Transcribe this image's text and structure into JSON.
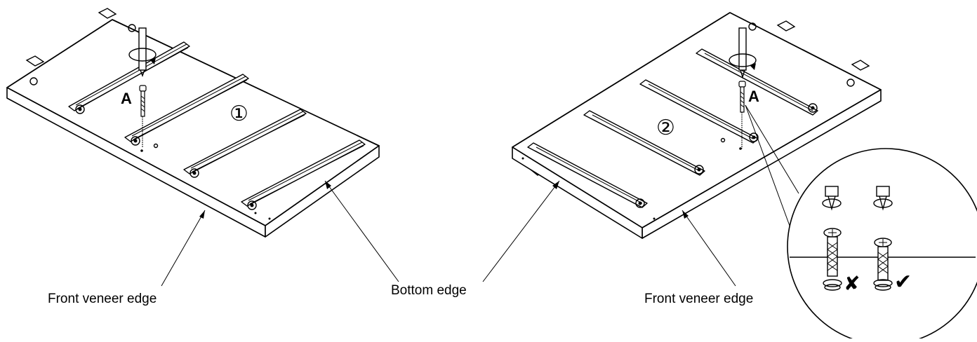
{
  "labels": {
    "front_edge_left": "Front veneer edge",
    "bottom_edge": "Bottom edge",
    "front_edge_right": "Front veneer edge"
  },
  "part_letters": {
    "left": "A",
    "right": "A"
  },
  "steps": {
    "step1": "①",
    "step2": "②"
  },
  "detail_marks": {
    "wrong": "✘",
    "correct": "✔"
  }
}
